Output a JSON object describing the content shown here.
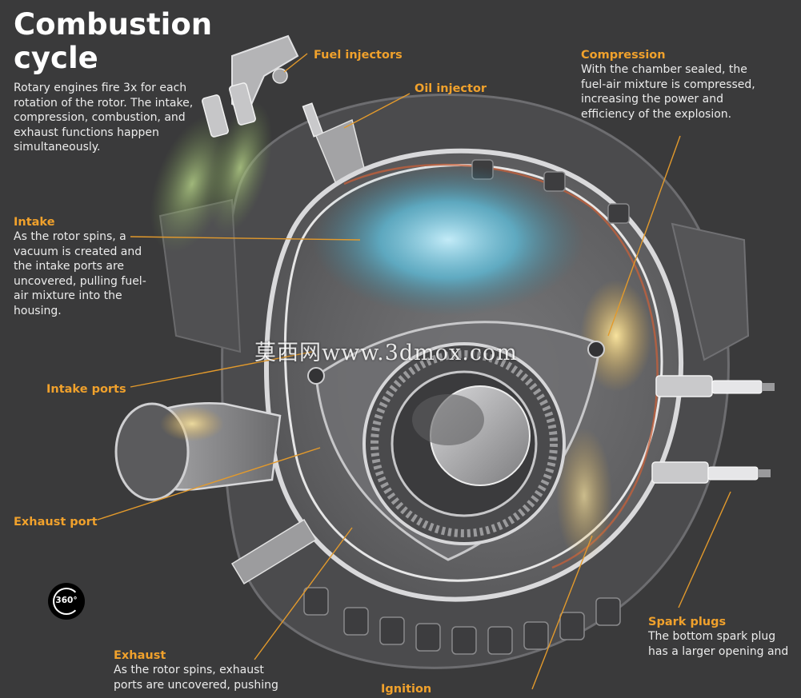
{
  "title": "Combustion cycle",
  "intro": "Rotary engines fire 3x for each rotation of the rotor. The intake, compression, combustion, and exhaust functions happen simultaneously.",
  "labels": {
    "fuel_injectors": "Fuel injectors",
    "oil_injector": "Oil injector",
    "intake_ports": "Intake ports",
    "exhaust_port": "Exhaust port"
  },
  "intake": {
    "heading": "Intake",
    "text": "As the rotor spins, a vacuum is created and the intake ports are uncovered, pulling fuel-air mixture into the housing."
  },
  "compression": {
    "heading": "Compression",
    "text": "With the chamber sealed, the fuel-air mixture is compressed, increasing the power and efficiency of the explosion."
  },
  "exhaust": {
    "heading": "Exhaust",
    "text": "As the rotor spins, exhaust ports are uncovered, pushing"
  },
  "ignition": {
    "heading": "Ignition"
  },
  "spark_plugs": {
    "heading": "Spark plugs",
    "text": "The bottom spark plug has a larger opening and"
  },
  "watermark": "莫西网www.3dmox.com",
  "view_360_label": "360°",
  "colors": {
    "background": "#3a3a3b",
    "accent": "#f0a12c",
    "text": "#ececec"
  }
}
